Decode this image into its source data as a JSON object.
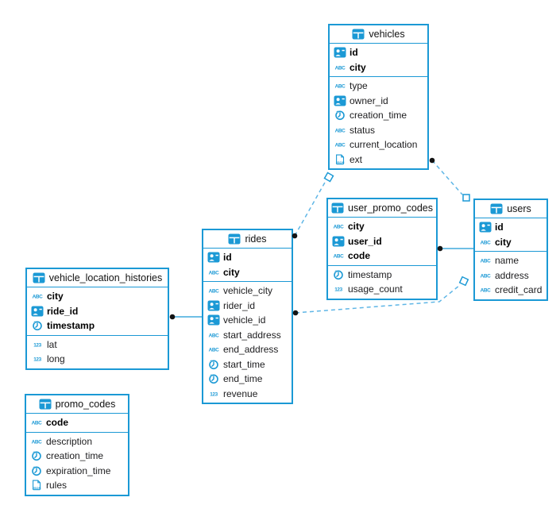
{
  "diagram": {
    "colors": {
      "accent": "#1b99d5",
      "dashed_line": "#5fb6e6",
      "solid_line": "#1b99d5",
      "endpoint_dot": "#141414",
      "background": "#ffffff"
    },
    "tables": [
      {
        "name": "vehicles",
        "icon": "table-icon",
        "primary_keys": [
          {
            "label": "id",
            "icon": "id-icon"
          },
          {
            "label": "city",
            "icon": "text-icon"
          }
        ],
        "fields": [
          {
            "label": "type",
            "icon": "text-icon"
          },
          {
            "label": "owner_id",
            "icon": "id-icon"
          },
          {
            "label": "creation_time",
            "icon": "time-icon"
          },
          {
            "label": "status",
            "icon": "text-icon"
          },
          {
            "label": "current_location",
            "icon": "text-icon"
          },
          {
            "label": "ext",
            "icon": "json-icon"
          }
        ]
      },
      {
        "name": "user_promo_codes",
        "icon": "table-icon",
        "primary_keys": [
          {
            "label": "city",
            "icon": "text-icon"
          },
          {
            "label": "user_id",
            "icon": "id-icon"
          },
          {
            "label": "code",
            "icon": "text-icon"
          }
        ],
        "fields": [
          {
            "label": "timestamp",
            "icon": "time-icon"
          },
          {
            "label": "usage_count",
            "icon": "number-icon"
          }
        ]
      },
      {
        "name": "users",
        "icon": "table-icon",
        "primary_keys": [
          {
            "label": "id",
            "icon": "id-icon"
          },
          {
            "label": "city",
            "icon": "text-icon"
          }
        ],
        "fields": [
          {
            "label": "name",
            "icon": "text-icon"
          },
          {
            "label": "address",
            "icon": "text-icon"
          },
          {
            "label": "credit_card",
            "icon": "text-icon"
          }
        ]
      },
      {
        "name": "rides",
        "icon": "table-icon",
        "primary_keys": [
          {
            "label": "id",
            "icon": "id-icon"
          },
          {
            "label": "city",
            "icon": "text-icon"
          }
        ],
        "fields": [
          {
            "label": "vehicle_city",
            "icon": "text-icon"
          },
          {
            "label": "rider_id",
            "icon": "id-icon"
          },
          {
            "label": "vehicle_id",
            "icon": "id-icon"
          },
          {
            "label": "start_address",
            "icon": "text-icon"
          },
          {
            "label": "end_address",
            "icon": "text-icon"
          },
          {
            "label": "start_time",
            "icon": "time-icon"
          },
          {
            "label": "end_time",
            "icon": "time-icon"
          },
          {
            "label": "revenue",
            "icon": "number-icon"
          }
        ]
      },
      {
        "name": "vehicle_location_histories",
        "icon": "table-icon",
        "primary_keys": [
          {
            "label": "city",
            "icon": "text-icon"
          },
          {
            "label": "ride_id",
            "icon": "id-icon"
          },
          {
            "label": "timestamp",
            "icon": "time-icon"
          }
        ],
        "fields": [
          {
            "label": "lat",
            "icon": "number-icon"
          },
          {
            "label": "long",
            "icon": "number-icon"
          }
        ]
      },
      {
        "name": "promo_codes",
        "icon": "table-icon",
        "primary_keys": [
          {
            "label": "code",
            "icon": "text-icon"
          }
        ],
        "fields": [
          {
            "label": "description",
            "icon": "text-icon"
          },
          {
            "label": "creation_time",
            "icon": "time-icon"
          },
          {
            "label": "expiration_time",
            "icon": "time-icon"
          },
          {
            "label": "rules",
            "icon": "json-icon"
          }
        ]
      }
    ],
    "connections": [
      {
        "from": "rides",
        "to": "vehicles",
        "line": "dashed",
        "from_end": "dot",
        "to_end": "diamond"
      },
      {
        "from": "vehicles",
        "to": "users",
        "line": "dashed",
        "from_end": "dot",
        "to_end": "diamond"
      },
      {
        "from": "rides",
        "to": "users",
        "line": "dashed",
        "from_end": "dot",
        "to_end": "diamond"
      },
      {
        "from": "user_promo_codes",
        "to": "users",
        "line": "solid",
        "from_end": "dot",
        "to_end": "plain"
      },
      {
        "from": "vehicle_location_histories",
        "to": "rides",
        "line": "solid",
        "from_end": "dot",
        "to_end": "plain"
      }
    ]
  }
}
